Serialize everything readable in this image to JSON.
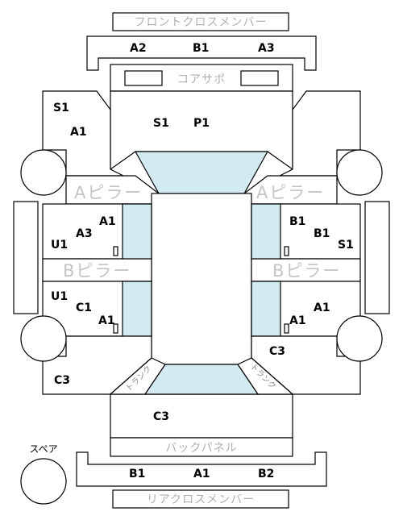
{
  "labels": {
    "front_cross_member": "フロントクロスメンバー",
    "core_support": "コアサポ",
    "a_pillar": "Aピラー",
    "b_pillar": "Bピラー",
    "back_panel": "バックパネル",
    "rear_cross_member": "リアクロスメンバー",
    "spare": "スペア",
    "trunk": "トランク"
  },
  "codes": {
    "front_member_left": "A2",
    "front_member_center": "B1",
    "front_member_right": "A3",
    "front_left_fender_1": "S1",
    "front_left_fender_2": "A1",
    "bonnet_1": "S1",
    "bonnet_2": "P1",
    "front_left_door_1": "A1",
    "front_left_door_2": "A3",
    "front_left_door_3": "U1",
    "front_right_door_1": "B1",
    "front_right_door_2": "B1",
    "front_right_door_3": "S1",
    "rear_left_door_1": "U1",
    "rear_left_door_2": "C1",
    "rear_left_door_3": "A1",
    "rear_right_door_1": "A1",
    "rear_right_door_2": "A1",
    "rear_right_quarter": "C3",
    "rear_left_quarter": "C3",
    "trunk_lid": "C3",
    "rear_member_left": "B1",
    "rear_member_center": "A1",
    "rear_member_right": "B2"
  },
  "colors": {
    "glass": "#d3eaf2",
    "outline": "#000000",
    "panel_label": "#b0b0b0"
  }
}
